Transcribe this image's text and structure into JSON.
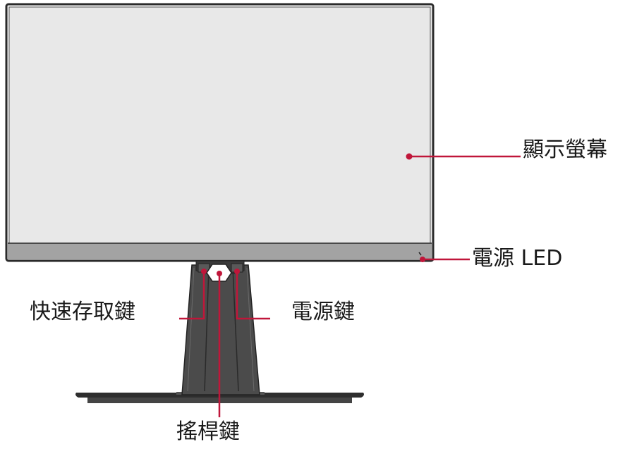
{
  "labels": {
    "display_screen": "顯示螢幕",
    "power_led": "電源 LED",
    "quick_access_key": "快速存取鍵",
    "power_key": "電源鍵",
    "joystick_key": "搖桿鍵"
  },
  "colors": {
    "callout": "#c0163a",
    "screen": "#e8e8e8",
    "bezel_outline": "#2a2a2a",
    "chin": "#a3a3a3",
    "stand": "#4a4a4a",
    "base": "#3a3a3a"
  }
}
